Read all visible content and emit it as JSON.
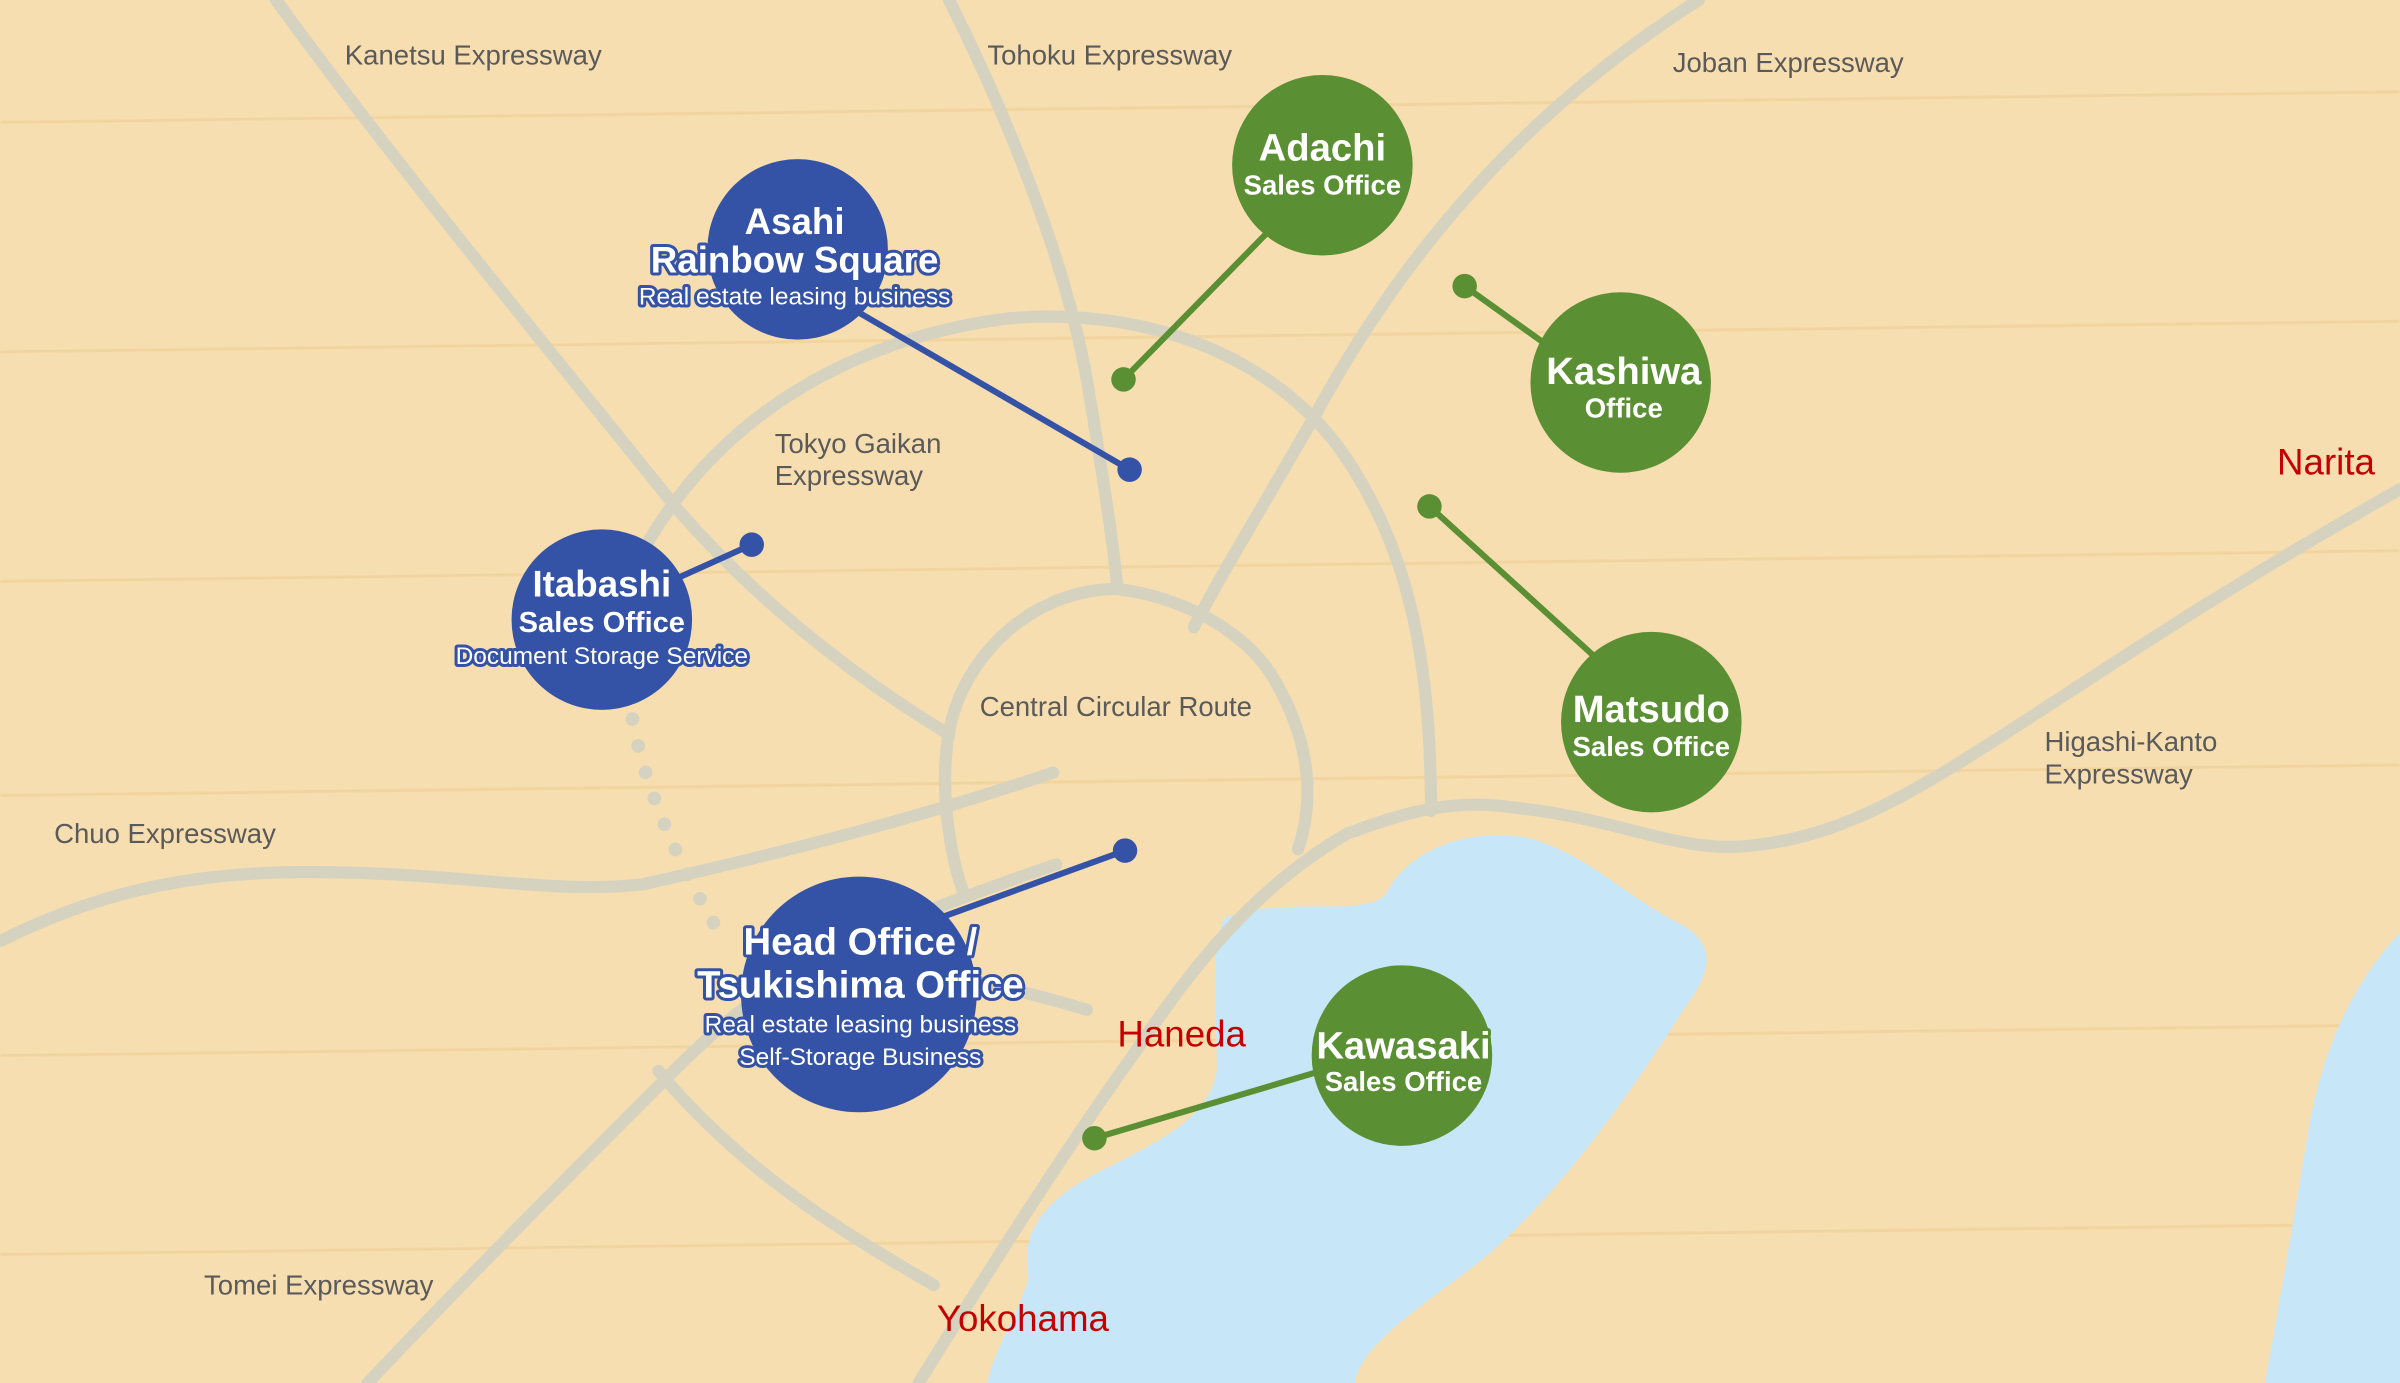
{
  "colors": {
    "background": "#f7deb0",
    "road": "#d5d3c0",
    "water": "#c7e6f8",
    "blue": "#3452a6",
    "green": "#5a8f33",
    "city": "#c40000"
  },
  "roads": {
    "kanetsu": "Kanetsu Expressway",
    "tohoku": "Tohoku Expressway",
    "joban": "Joban Expressway",
    "gaikan_1": "Tokyo Gaikan",
    "gaikan_2": "Expressway",
    "central": "Central Circular Route",
    "chuo": "Chuo Expressway",
    "higashi_1": "Higashi-Kanto",
    "higashi_2": "Expressway",
    "tomei": "Tomei Expressway"
  },
  "cities": {
    "narita": "Narita",
    "haneda": "Haneda",
    "yokohama": "Yokohama"
  },
  "offices": {
    "asahi": {
      "l1": "Asahi",
      "l2": "Rainbow Square",
      "l3": "Real estate leasing business"
    },
    "itabashi": {
      "l1": "Itabashi",
      "l2": "Sales Office",
      "l3": "Document Storage Service"
    },
    "head": {
      "l1": "Head Office /",
      "l2": "Tsukishima Office",
      "l3": "Real estate leasing business",
      "l4": "Self-Storage Business"
    },
    "adachi": {
      "l1": "Adachi",
      "l2": "Sales Office"
    },
    "kashiwa": {
      "l1": "Kashiwa",
      "l2": "Office"
    },
    "matsudo": {
      "l1": "Matsudo",
      "l2": "Sales Office"
    },
    "kawasaki": {
      "l1": "Kawasaki",
      "l2": "Sales Office"
    }
  }
}
